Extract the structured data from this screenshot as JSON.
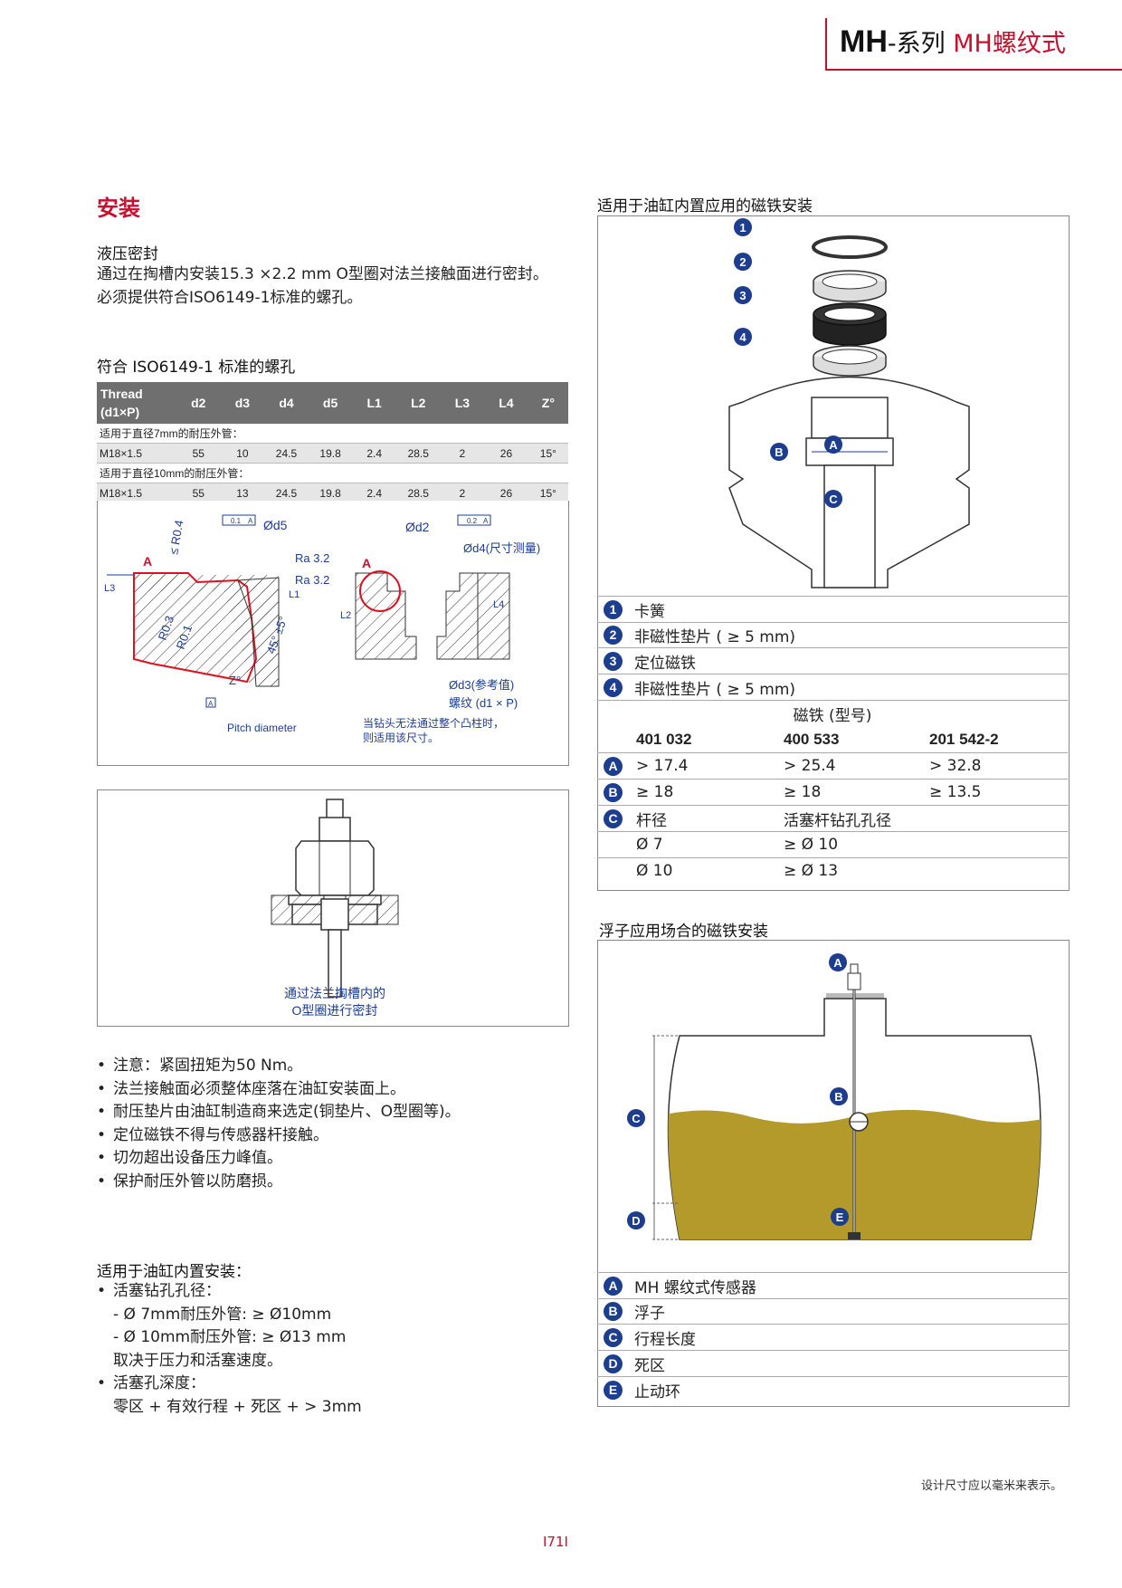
{
  "header": {
    "mh": "MH",
    "mid": "-系列 ",
    "red": "MH螺纹式"
  },
  "install": {
    "title": "安装",
    "hydraulic_title": "液压密封",
    "hydraulic_lines": [
      "通过在掏槽内安装15.3 ×2.2 mm O型圈对法兰接触面进行密封。",
      "必须提供符合ISO6149-1标准的螺孔。"
    ],
    "thread_title": "符合 ISO6149-1 标准的螺孔"
  },
  "thread_table": {
    "headers": [
      "Thread",
      "(d1×P)",
      "d2",
      "d3",
      "d4",
      "d5",
      "L1",
      "L2",
      "L3",
      "L4",
      "Z°"
    ],
    "group1_label": "适用于直径7mm的耐压外管：",
    "group1_row": [
      "M18×1.5",
      "55",
      "10",
      "24.5",
      "19.8",
      "2.4",
      "28.5",
      "2",
      "26",
      "15°"
    ],
    "group2_label": "适用于直径10mm的耐压外管：",
    "group2_row": [
      "M18×1.5",
      "55",
      "13",
      "24.5",
      "19.8",
      "2.4",
      "28.5",
      "2",
      "26",
      "15°"
    ]
  },
  "drawing1": {
    "A": "A",
    "r04": "≤ R0.4",
    "r03": "R0.3",
    "r01": "R0.1",
    "angle": "45° ±5°",
    "z": "Z°",
    "pitch": "Pitch diameter",
    "d5": "Ød5",
    "ra1": "Ra 3.2",
    "ra2": "Ra 3.2",
    "tol1": "0.1",
    "tolA": "A",
    "L3": "L3",
    "L1": "L1",
    "d2": "Ød2",
    "tol2": "0.2",
    "d4": "Ød4(尺寸测量)",
    "L2": "L2",
    "L4": "L4",
    "d3": "Ød3(参考值)",
    "thread": "螺纹 (d1 × P)",
    "note1": "当钻头无法通过整个凸柱时，",
    "note2": "则适用该尺寸。"
  },
  "drawing2": {
    "caption1": "通过法兰掏槽内的",
    "caption2": "O型圈进行密封"
  },
  "notes": [
    "注意：紧固扭矩为50 Nm。",
    "法兰接触面必须整体座落在油缸安装面上。",
    "耐压垫片由油缸制造商来选定(铜垫片、O型圈等)。",
    "定位磁铁不得与传感器杆接触。",
    "切勿超出设备压力峰值。",
    "保护耐压外管以防磨损。"
  ],
  "cylinder": {
    "title": "适用于油缸内置安装：",
    "b1": "活塞钻孔孔径：",
    "b1a": "- Ø 7mm耐压外管: ≥ Ø10mm",
    "b1b": "- Ø 10mm耐压外管: ≥ Ø13 mm",
    "b1c": "取决于压力和活塞速度。",
    "b2": "活塞孔深度：",
    "b2a": "零区 + 有效行程 + 死区 + > 3mm"
  },
  "magnet_panel": {
    "title": "适用于油缸内置应用的磁铁安装",
    "items": [
      {
        "n": "1",
        "text": "卡簧"
      },
      {
        "n": "2",
        "text": "非磁性垫片 ( ≥ 5 mm)"
      },
      {
        "n": "3",
        "text": "定位磁铁"
      },
      {
        "n": "4",
        "text": "非磁性垫片 ( ≥ 5 mm)"
      }
    ],
    "magnet_header": "磁铁 (型号)",
    "models": [
      "401 032",
      "400 533",
      "201 542-2"
    ],
    "rowA": {
      "k": "A",
      "v": [
        "> 17.4",
        "> 25.4",
        "> 32.8"
      ]
    },
    "rowB": {
      "k": "B",
      "v": [
        "≥ 18",
        "≥ 18",
        "≥ 13.5"
      ]
    },
    "rowC": {
      "k": "C",
      "v": [
        "杆径",
        "活塞杆钻孔孔径"
      ]
    },
    "rowC1": [
      "Ø 7",
      "≥ Ø 10"
    ],
    "rowC2": [
      "Ø 10",
      "≥ Ø 13"
    ],
    "labels": {
      "A": "A",
      "B": "B",
      "C": "C"
    }
  },
  "float_panel": {
    "title": "浮子应用场合的磁铁安装",
    "labels": {
      "A": "A",
      "B": "B",
      "C": "C",
      "D": "D",
      "E": "E"
    },
    "items": [
      {
        "n": "A",
        "text": "MH 螺纹式传感器"
      },
      {
        "n": "B",
        "text": "浮子"
      },
      {
        "n": "C",
        "text": "行程长度"
      },
      {
        "n": "D",
        "text": "死区"
      },
      {
        "n": "E",
        "text": "止动环"
      }
    ]
  },
  "footnote": "设计尺寸应以毫米来表示。",
  "page_number": "I71I",
  "colors": {
    "brand_red": "#c8102e",
    "badge_blue": "#1d3d8f",
    "fluid": "#b39a2a",
    "table_header": "#6f6f6f"
  }
}
